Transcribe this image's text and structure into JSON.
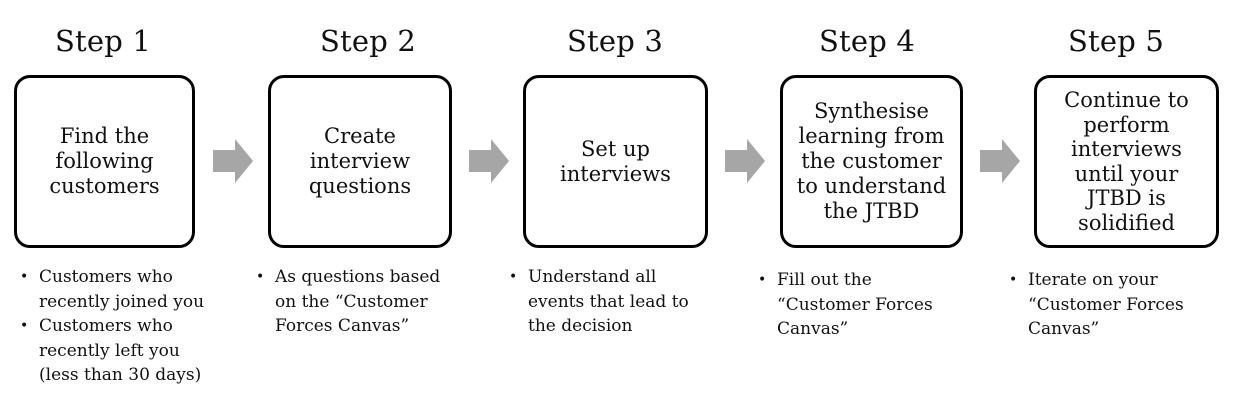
{
  "steps": [
    {
      "title": "Step 1",
      "box_text": "Find the\nfollowing\ncustomers",
      "bullets": [
        "Customers who\nrecently joined you",
        "Customers who\nrecently left you\n(less than 30 days)"
      ]
    },
    {
      "title": "Step 2",
      "box_text": "Create\ninterview\nquestions",
      "bullets": [
        "As questions based\non the “Customer\nForces Canvas”"
      ]
    },
    {
      "title": "Step 3",
      "box_text": "Set up\ninterviews",
      "bullets": [
        "Understand all\nevents that lead to\nthe decision"
      ]
    },
    {
      "title": "Step 4",
      "box_text": "Synthesise\nlearning from\nthe customer\nto understand\nthe JTBD",
      "bullets": [
        "Fill out the\n“Customer Forces\nCanvas”"
      ]
    },
    {
      "title": "Step 5",
      "box_text": "Continue to\nperform\ninterviews\nuntil your\nJTBD is\nsolidified",
      "bullets": [
        "Iterate on your\n“Customer Forces\nCanvas”"
      ]
    }
  ],
  "colors": {
    "box_border": "#000000",
    "arrow": "#a6a6a6",
    "text": "#111111"
  },
  "icons": {
    "connector": "right-arrow-icon"
  }
}
